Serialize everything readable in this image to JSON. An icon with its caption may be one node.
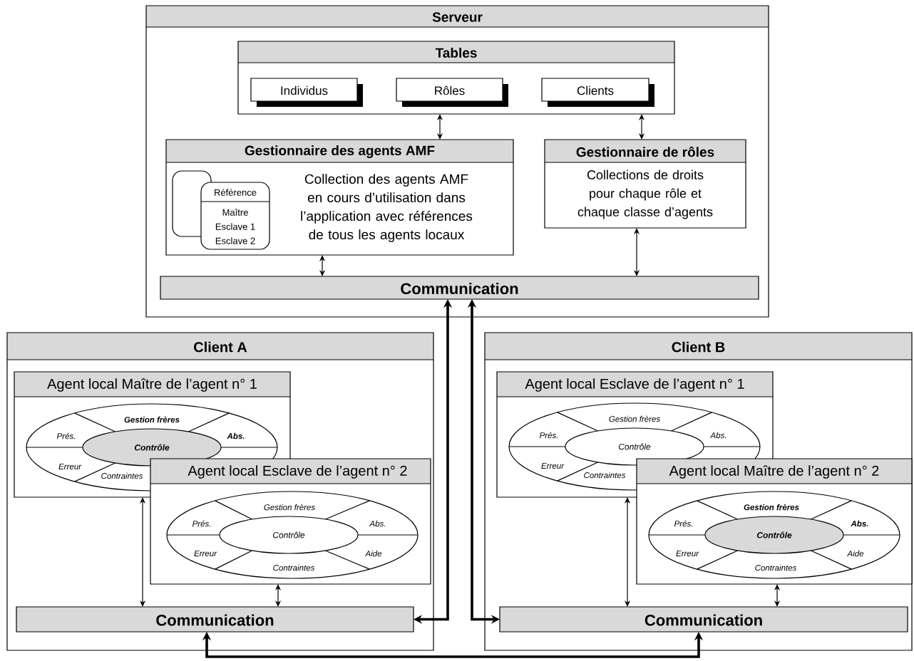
{
  "diagram": {
    "nodes": [
      {
        "text": [
          "Serveur"
        ]
      },
      {
        "text": [
          "Tables"
        ],
        "in": 0
      },
      {
        "text": [
          "Individus"
        ],
        "in": 1
      },
      {
        "text": [
          "Rôles"
        ],
        "in": 1
      },
      {
        "text": [
          "Clients"
        ],
        "in": 1
      },
      {
        "text": [
          "Gestionnaire des agents AMF",
          "Collection des agents AMF en cours d’utilisation dans l’application avec références de tous les agents locaux"
        ],
        "in": 0
      },
      {
        "text": [],
        "shape": "box",
        "in": 5
      },
      {
        "text": [
          "Référence",
          "Maître",
          "Esclave 1",
          "Esclave 2"
        ],
        "in": 5
      },
      {
        "text": [
          "Gestionnaire de rôles",
          "Collections de droits pour chaque rôle et chaque classe d’agents"
        ],
        "in": 0
      },
      {
        "text": [
          "Communication"
        ],
        "in": 0
      },
      {
        "text": [
          "Client A"
        ]
      },
      {
        "text": [
          "Agent local Maître de l’agent n° 1"
        ],
        "in": 10
      },
      {
        "text": [
          "Gestion frères",
          "Prés.",
          "Abs.",
          "Erreur",
          "Contraintes"
        ],
        "in": 11
      },
      {
        "text": [
          "Contrôle"
        ],
        "in": 12
      },
      {
        "text": [
          "Agent local Esclave de l’agent n° 2"
        ],
        "in": 10
      },
      {
        "text": [
          "Gestion frères",
          "Prés.",
          "Abs.",
          "Erreur",
          "Aide",
          "Contraintes"
        ],
        "in": 14
      },
      {
        "text": [
          "Contrôle"
        ],
        "in": 15
      },
      {
        "text": [
          "Communication"
        ],
        "in": 10
      },
      {
        "text": [
          "Client B"
        ]
      },
      {
        "text": [
          "Agent local Esclave de l’agent n° 1"
        ],
        "in": 18
      },
      {
        "text": [
          "Gestion frères",
          "Prés.",
          "Abs.",
          "Erreur",
          "Contraintes"
        ],
        "in": 19
      },
      {
        "text": [
          "Contrôle"
        ],
        "in": 20
      },
      {
        "text": [
          "Agent local Maître de l’agent n° 2"
        ],
        "in": 18
      },
      {
        "text": [
          "Gestion frères",
          "Prés.",
          "Abs.",
          "Erreur",
          "Aide",
          "Contraintes"
        ],
        "in": 22
      },
      {
        "text": [
          "Contrôle"
        ],
        "in": 23
      },
      {
        "text": [
          "Communication"
        ],
        "in": 18
      }
    ],
    "edges": [
      {
        "from": 1,
        "to": 5,
        "arrow": "both"
      },
      {
        "from": 1,
        "to": 8,
        "arrow": "both"
      },
      {
        "from": 5,
        "to": 9,
        "arrow": "both"
      },
      {
        "from": 8,
        "to": 9,
        "arrow": "both"
      },
      {
        "from": 9,
        "to": 17,
        "arrow": "both",
        "style": "thick"
      },
      {
        "from": 9,
        "to": 25,
        "arrow": "both",
        "style": "thick"
      },
      {
        "from": 11,
        "to": 17,
        "arrow": "both"
      },
      {
        "from": 14,
        "to": 17,
        "arrow": "both"
      },
      {
        "from": 19,
        "to": 25,
        "arrow": "both"
      },
      {
        "from": 22,
        "to": 25,
        "arrow": "both"
      },
      {
        "from": 17,
        "to": 25,
        "arrow": "both",
        "style": "thick"
      }
    ]
  }
}
